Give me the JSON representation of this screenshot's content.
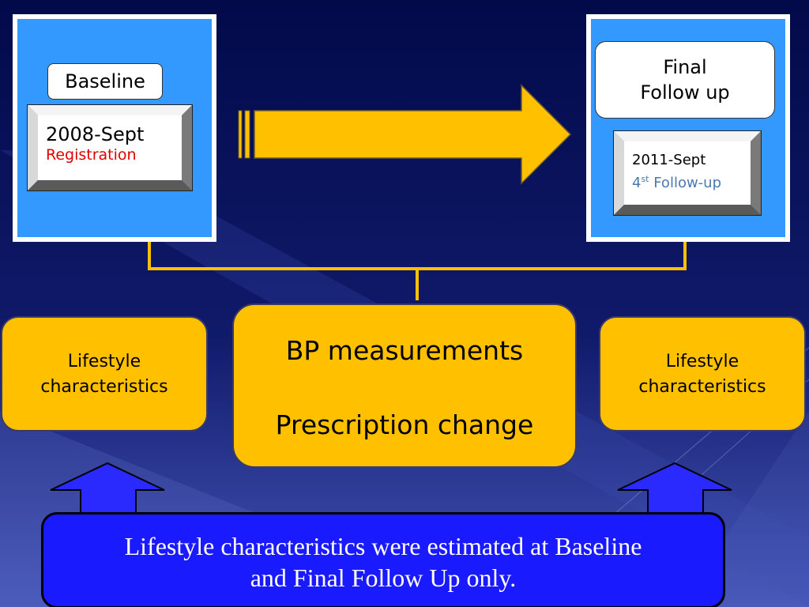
{
  "baseline": {
    "label": "Baseline",
    "date": "2008-Sept",
    "event": "Registration"
  },
  "final": {
    "label_line1": "Final",
    "label_line2": "Follow up",
    "date": "2011-Sept",
    "event_number": "4",
    "event_sup": "st",
    "event_rest": " Follow-up"
  },
  "lifestyle_left": {
    "line1": "Lifestyle",
    "line2": "characteristics"
  },
  "lifestyle_right": {
    "line1": "Lifestyle",
    "line2": "characteristics"
  },
  "center": {
    "line1": "BP measurements",
    "line2": "Prescription change"
  },
  "note": {
    "line1": "Lifestyle characteristics were estimated at Baseline",
    "line2": "and Final Follow Up only."
  },
  "colors": {
    "background": "#020a4a",
    "panel": "#3399ff",
    "orange": "#ffc000",
    "note_blue": "#1a1aff",
    "arrow_blue": "#2a2aff",
    "registration_red": "#e00000",
    "followup_blue": "#4a7ab0"
  }
}
